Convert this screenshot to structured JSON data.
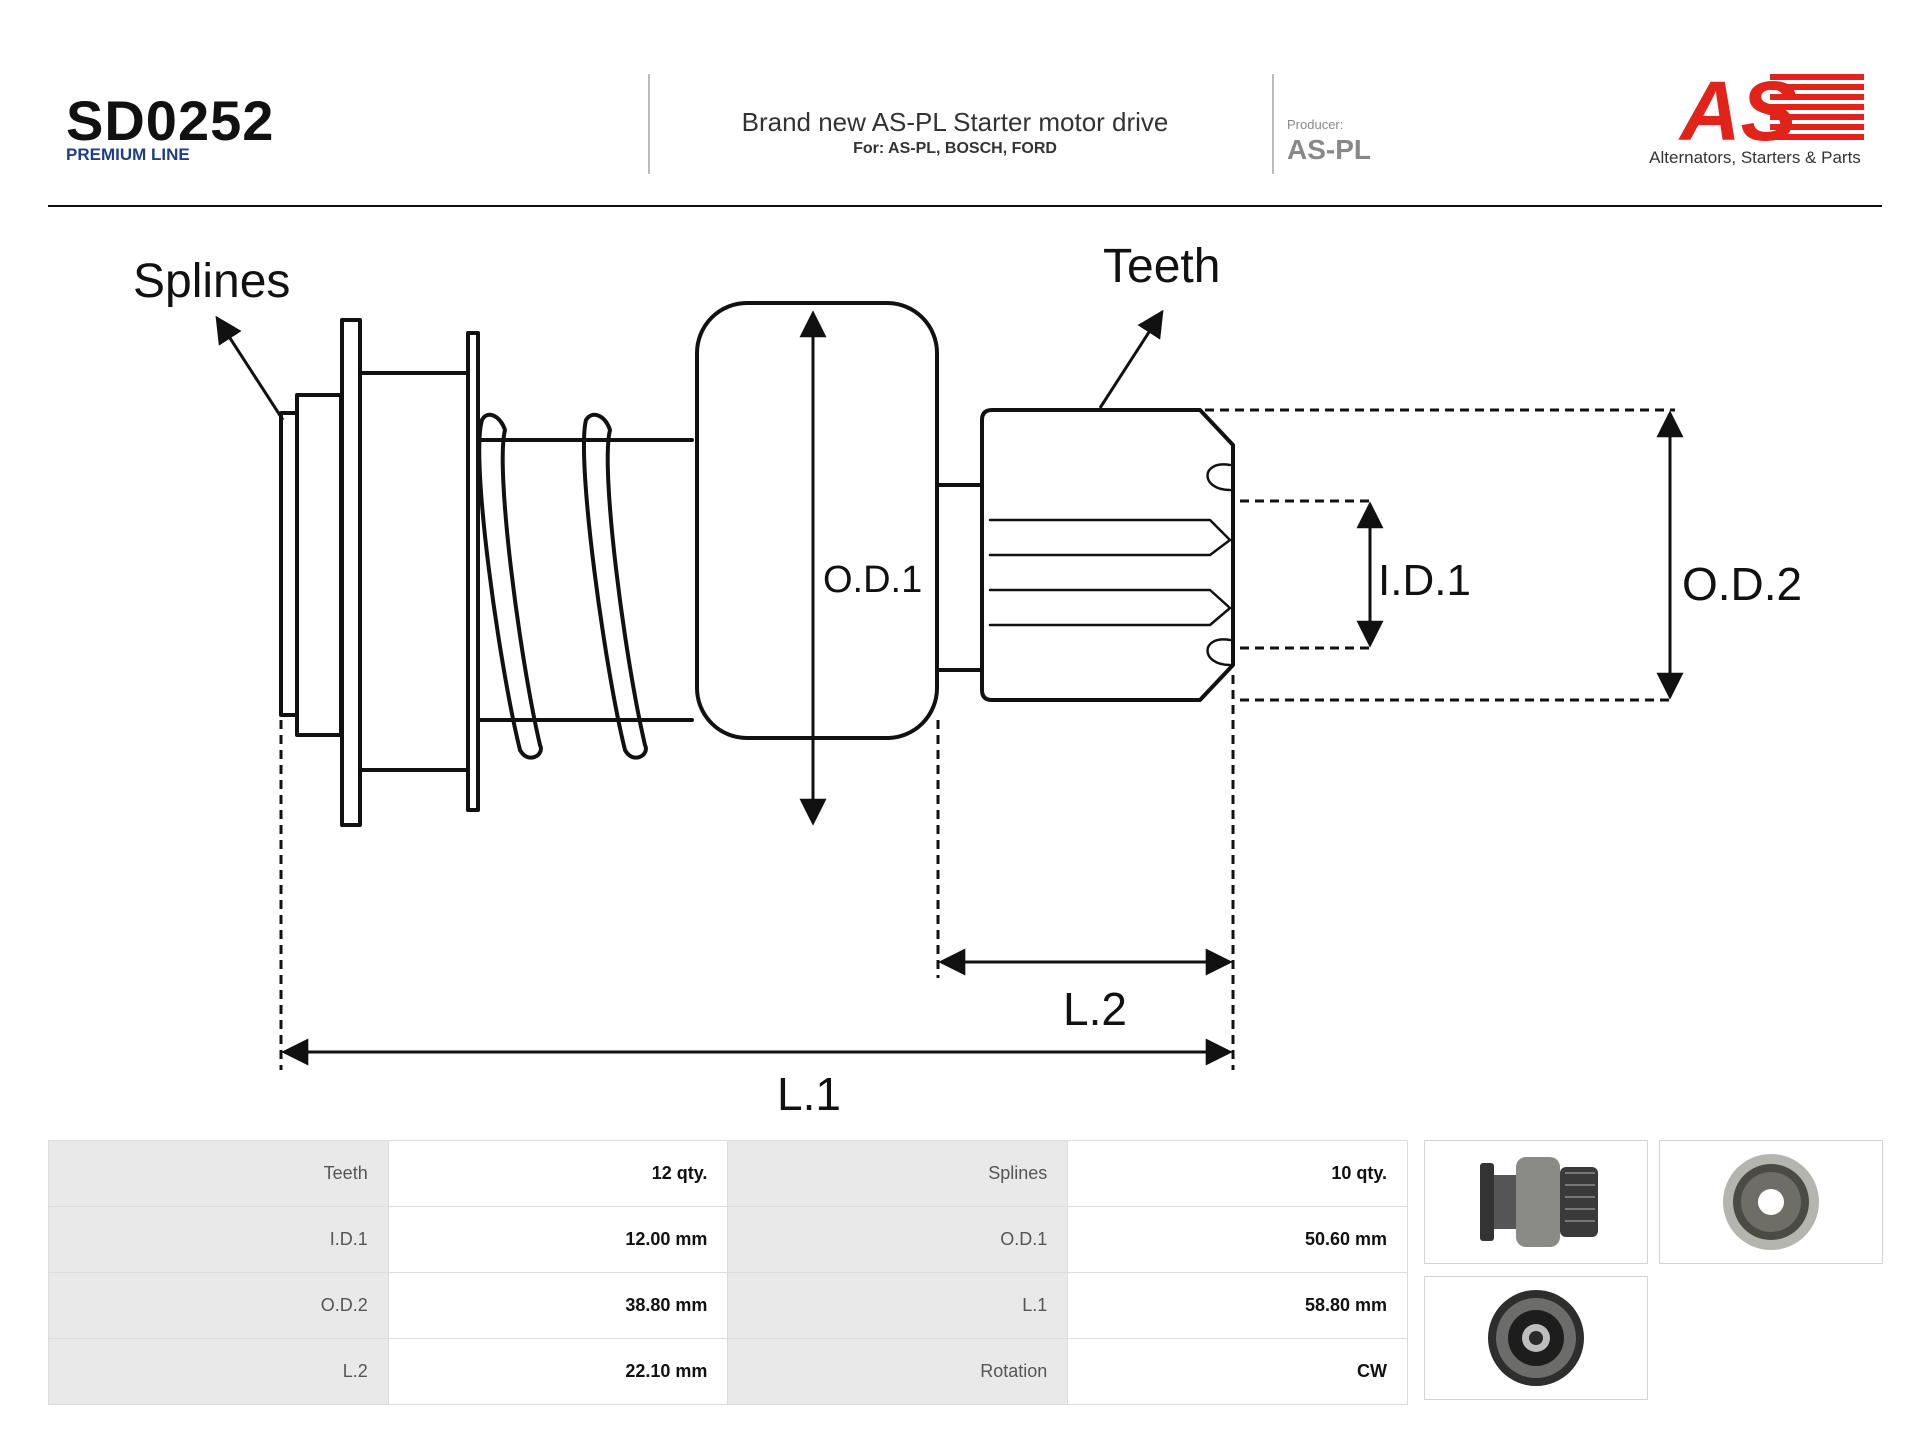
{
  "header": {
    "part_number": "SD0252",
    "line": "PREMIUM LINE",
    "title": "Brand new AS-PL Starter motor drive",
    "for_text": "For: AS-PL, BOSCH, FORD",
    "producer_label": "Producer:",
    "producer_value": "AS-PL",
    "logo_text": "AS",
    "logo_tagline": "Alternators, Starters & Parts",
    "brand_color": "#e2231a"
  },
  "drawing": {
    "labels": {
      "splines": "Splines",
      "teeth": "Teeth",
      "od1": "O.D.1",
      "id1": "I.D.1",
      "od2": "O.D.2",
      "l2": "L.2",
      "l1": "L.1"
    }
  },
  "specs": [
    {
      "label_a": "Teeth",
      "value_a": "12 qty.",
      "label_b": "Splines",
      "value_b": "10 qty."
    },
    {
      "label_a": "I.D.1",
      "value_a": "12.00 mm",
      "label_b": "O.D.1",
      "value_b": "50.60 mm"
    },
    {
      "label_a": "O.D.2",
      "value_a": "38.80 mm",
      "label_b": "L.1",
      "value_b": "58.80 mm"
    },
    {
      "label_a": "L.2",
      "value_a": "22.10 mm",
      "label_b": "Rotation",
      "value_b": "CW"
    }
  ]
}
